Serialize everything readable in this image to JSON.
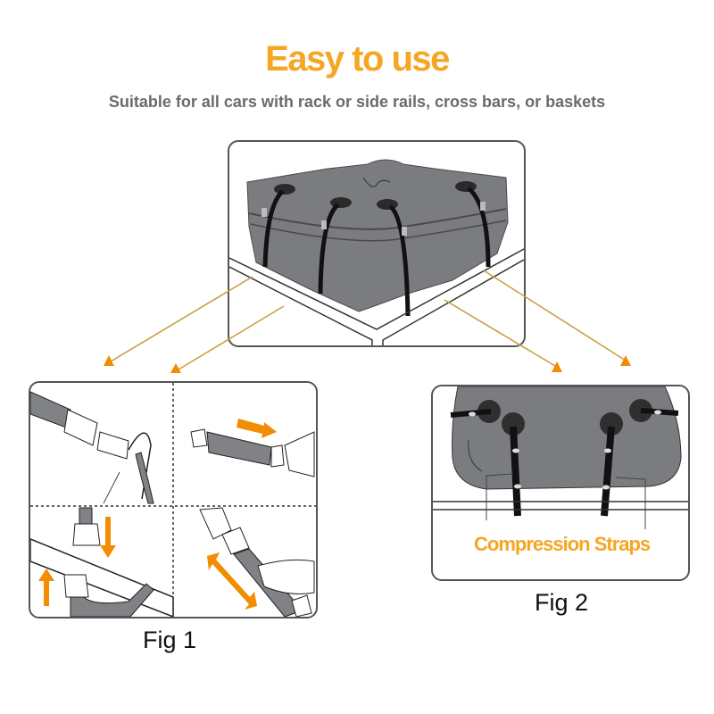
{
  "header": {
    "title": "Easy to use",
    "subtitle": "Suitable for all cars with rack or side rails, cross bars, or baskets"
  },
  "colors": {
    "accent": "#F5A623",
    "arrow": "#F28C00",
    "leader_line": "#C9A044",
    "subtitle": "#6B6B6B",
    "bag_gray": "#7A7C80",
    "strap_gray": "#808285",
    "frame_border": "#555555"
  },
  "top_panel": {
    "illustration": "roof-bag-on-rack",
    "straps": 4
  },
  "fig1": {
    "label": "Fig 1",
    "steps": [
      {
        "index": 1,
        "illustration": "strap-loop-around-rail-with-buckle"
      },
      {
        "index": 2,
        "illustration": "pull-strap-tight",
        "arrow": "right"
      },
      {
        "index": 3,
        "illustration": "connect-buckle",
        "arrows": [
          "down",
          "up"
        ]
      },
      {
        "index": 4,
        "illustration": "adjust-strap-length",
        "arrow": "bidirectional"
      }
    ]
  },
  "fig2": {
    "label": "Fig 2",
    "callout": "Compression Straps"
  }
}
